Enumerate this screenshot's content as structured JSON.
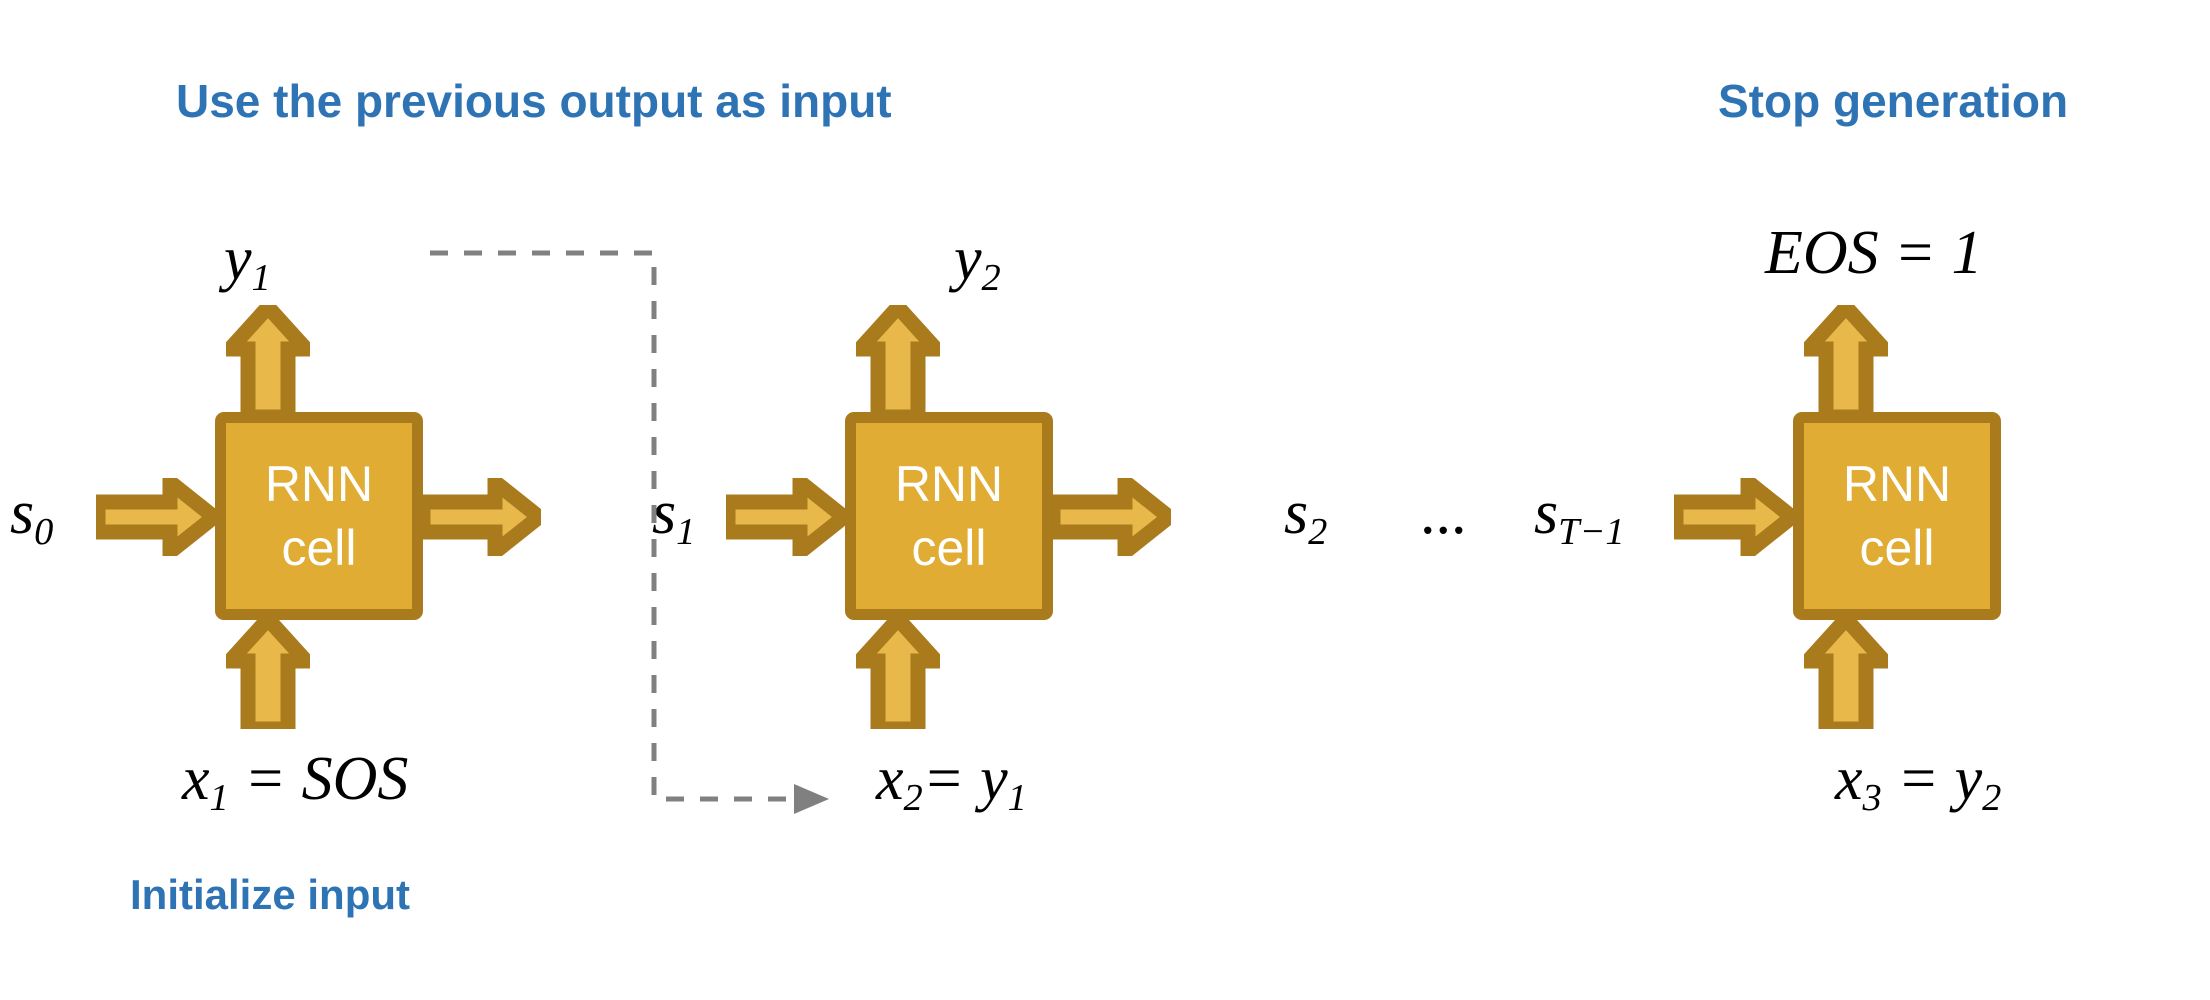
{
  "diagram": {
    "title_captions": {
      "previous_output": "Use the previous output as input",
      "stop_generation": "Stop generation",
      "initialize_input": "Initialize input"
    },
    "accent_colors": {
      "caption_blue": "#2E74B5",
      "cell_fill": "#E0AC33",
      "cell_border": "#A97B1C",
      "arrow_fill": "#E8B94A",
      "arrow_border": "#A97B1C",
      "dashed_line": "#808080",
      "cell_text": "#FFFFFF",
      "math_text": "#000000",
      "background": "#FFFFFF"
    },
    "cells": [
      {
        "line1": "RNN",
        "line2": "cell"
      },
      {
        "line1": "RNN",
        "line2": "cell"
      },
      {
        "line1": "RNN",
        "line2": "cell"
      }
    ],
    "state_labels": {
      "s0_base": "s",
      "s0_sub": "0",
      "s1_base": "s",
      "s1_sub": "1",
      "s2_base": "s",
      "s2_sub": "2",
      "ellipsis": "...",
      "sT_base": "s",
      "sT_sub": "T−1"
    },
    "output_labels": {
      "y1_base": "y",
      "y1_sub": "1",
      "y2_base": "y",
      "y2_sub": "2",
      "eos_text": "EOS = 1"
    },
    "input_labels": {
      "x1_base": "x",
      "x1_sub": "1",
      "x1_rest": " = SOS",
      "x2_base": "x",
      "x2_sub": "2",
      "x2_rest": "= ",
      "x2_val_base": "y",
      "x2_val_sub": "1",
      "x3_base": "x",
      "x3_sub": "3",
      "x3_rest": " = ",
      "x3_val_base": "y",
      "x3_val_sub": "2"
    }
  }
}
